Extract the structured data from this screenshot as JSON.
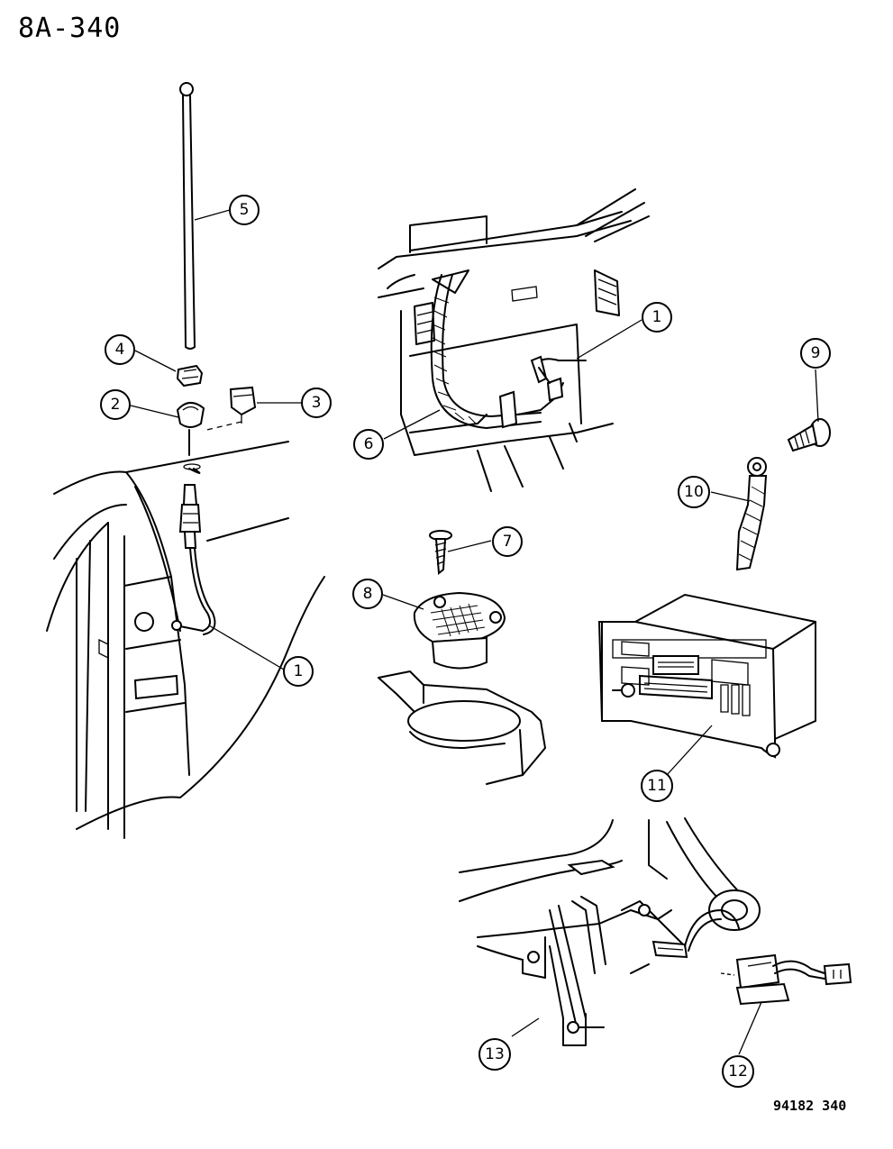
{
  "page_code": "8A-340",
  "figure_code": "94182 340",
  "callouts": [
    "1",
    "2",
    "3",
    "4",
    "5",
    "1",
    "6",
    "7",
    "8",
    "9",
    "10",
    "11",
    "12",
    "13"
  ]
}
